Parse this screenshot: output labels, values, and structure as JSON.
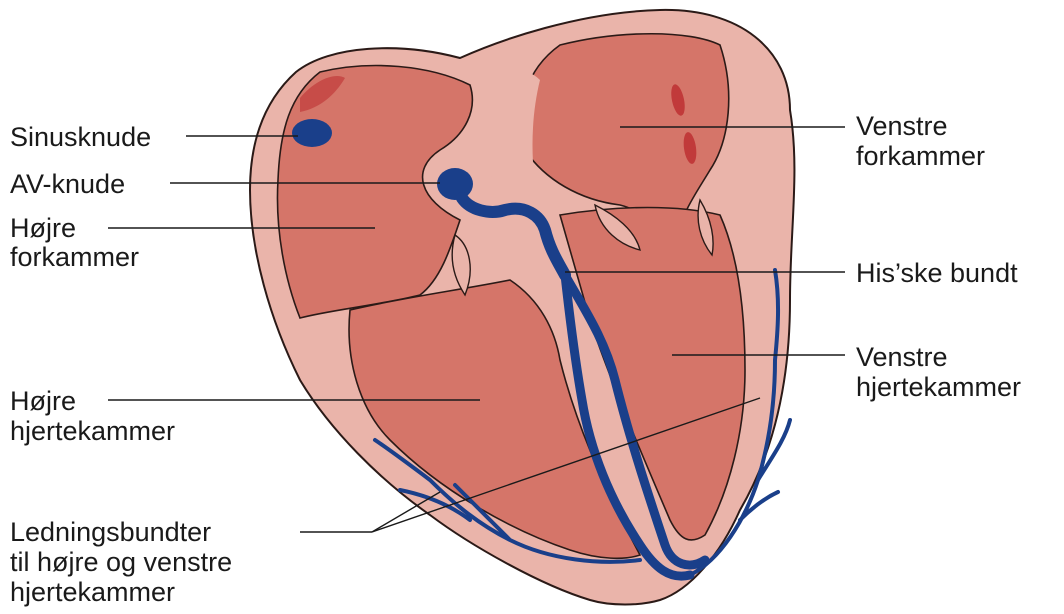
{
  "colors": {
    "wall": "#eab4aa",
    "chamber": "#d57569",
    "outline": "#2b1a17",
    "conduction": "#1a3f8a",
    "spot": "#c13a3a"
  },
  "labels": {
    "sinusknude": "Sinusknude",
    "av_knude": "AV-knude",
    "hojre_forkammer_1": "Højre",
    "hojre_forkammer_2": "forkammer",
    "hojre_hjertekammer_1": "Højre",
    "hojre_hjertekammer_2": "hjertekammer",
    "ledningsbundter_1": "Ledningsbundter",
    "ledningsbundter_2": "til højre og venstre",
    "ledningsbundter_3": "hjertekammer",
    "venstre_forkammer_1": "Venstre",
    "venstre_forkammer_2": "forkammer",
    "his_bundt": "His’ske bundt",
    "venstre_hjertekammer_1": "Venstre",
    "venstre_hjertekammer_2": "hjertekammer"
  }
}
